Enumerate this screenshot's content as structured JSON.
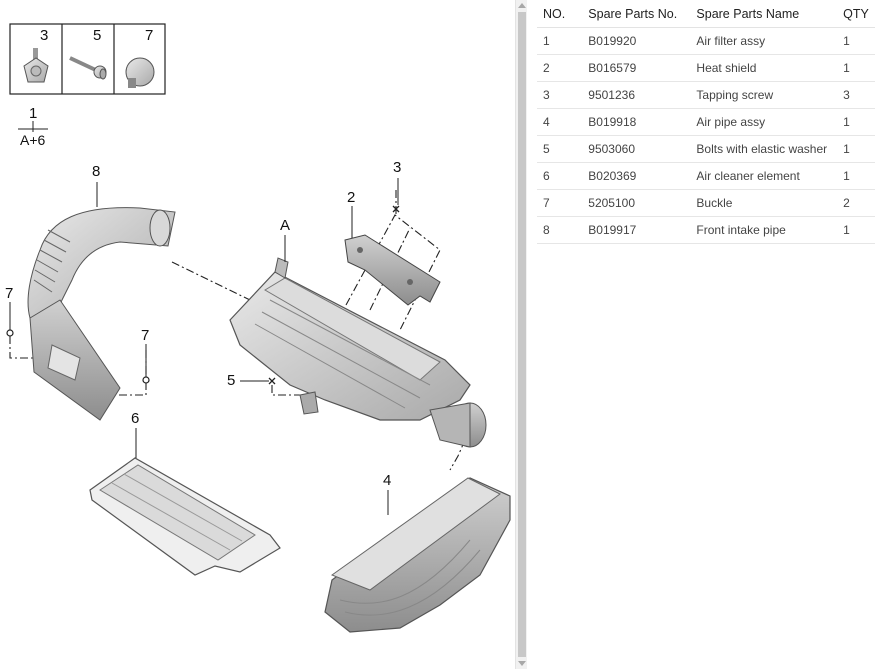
{
  "diagram": {
    "legend": {
      "cells": [
        "3",
        "5",
        "7"
      ],
      "group_number": "1",
      "group_label": "A+6"
    },
    "callouts": {
      "n8": "8",
      "n7_left": "7",
      "n7_mid": "7",
      "n6": "6",
      "nA": "A",
      "n2": "2",
      "n3": "3",
      "n5": "5",
      "n4": "4"
    }
  },
  "table": {
    "headers": {
      "no": "NO.",
      "part_no": "Spare Parts No.",
      "name": "Spare Parts Name",
      "qty": "QTY"
    },
    "rows": [
      {
        "no": "1",
        "part_no": "B019920",
        "name": "Air filter assy",
        "qty": "1"
      },
      {
        "no": "2",
        "part_no": "B016579",
        "name": "Heat shield",
        "qty": "1"
      },
      {
        "no": "3",
        "part_no": "9501236",
        "name": "Tapping screw",
        "qty": "3"
      },
      {
        "no": "4",
        "part_no": "B019918",
        "name": "Air pipe assy",
        "qty": "1"
      },
      {
        "no": "5",
        "part_no": "9503060",
        "name": "Bolts with elastic washer",
        "qty": "1"
      },
      {
        "no": "6",
        "part_no": "B020369",
        "name": "Air cleaner element",
        "qty": "1"
      },
      {
        "no": "7",
        "part_no": "5205100",
        "name": "Buckle",
        "qty": "2"
      },
      {
        "no": "8",
        "part_no": "B019917",
        "name": "Front intake pipe",
        "qty": "1"
      }
    ]
  }
}
